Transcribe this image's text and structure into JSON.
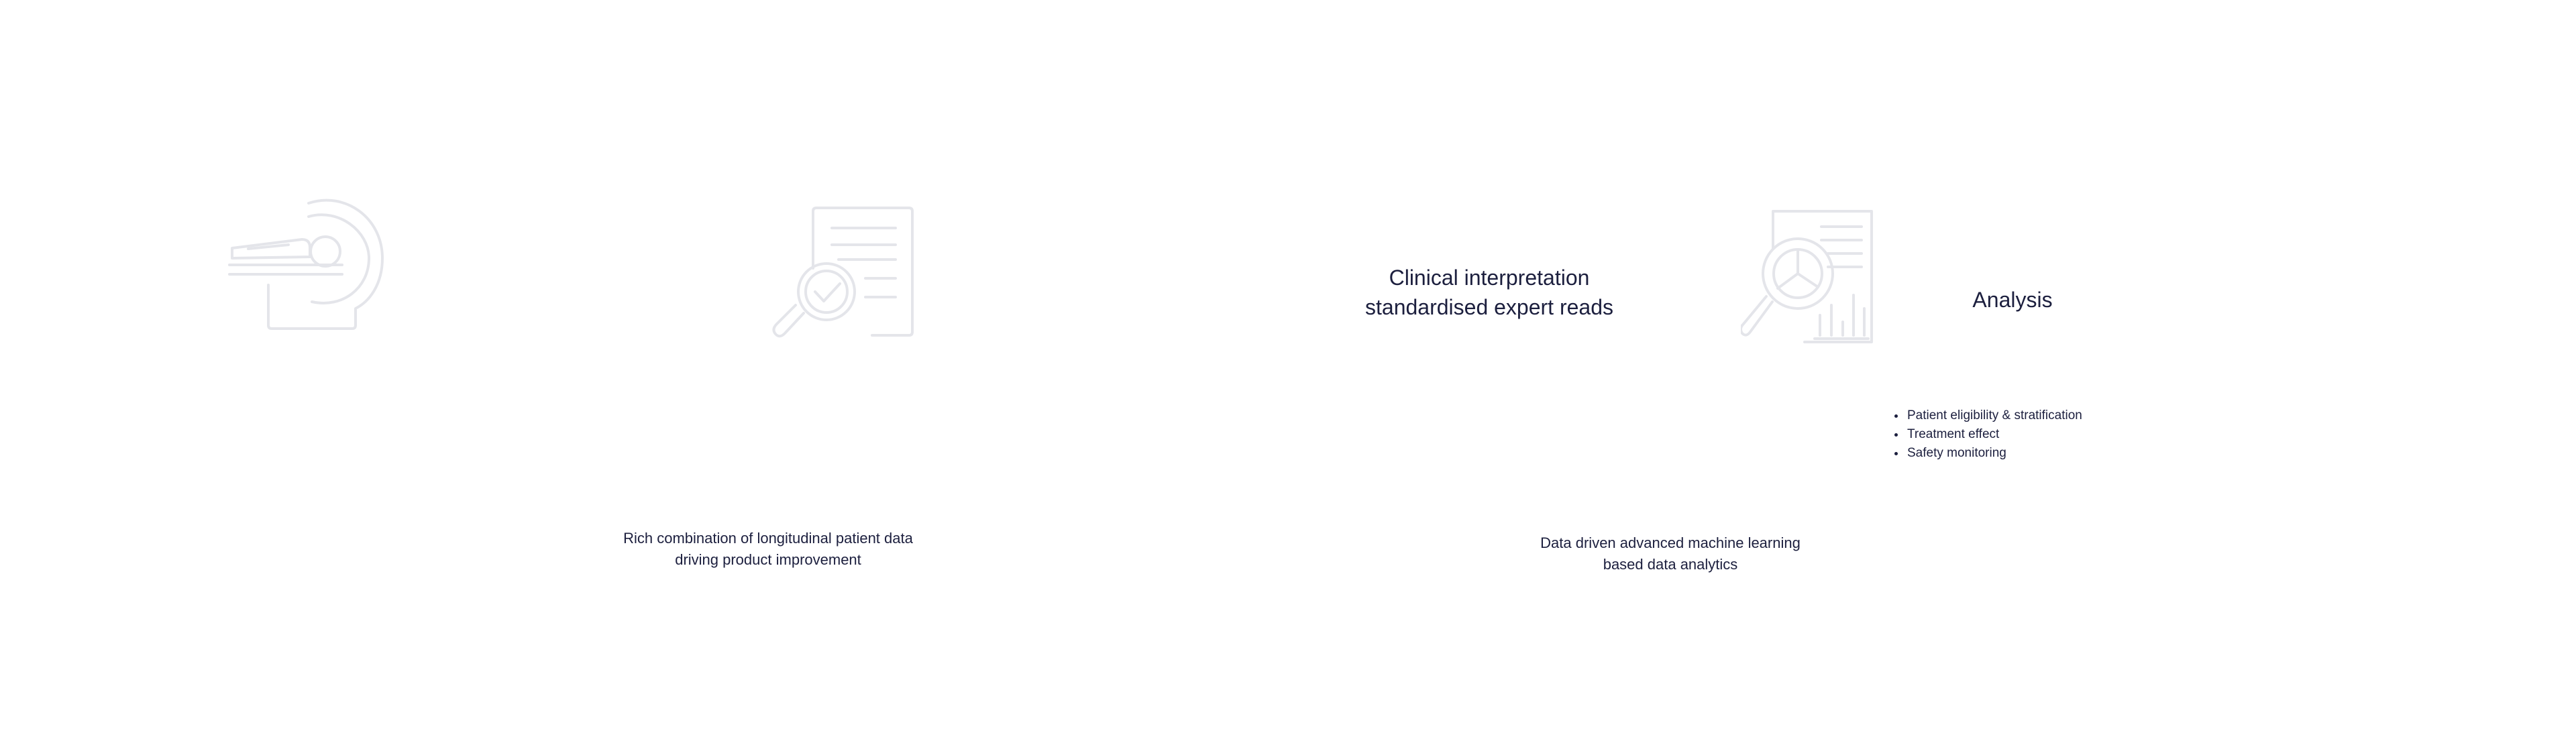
{
  "icons": {
    "scanner": "mri-scanner-icon",
    "report_review": "document-magnifier-check-icon",
    "data_analysis": "report-magnifier-chart-icon"
  },
  "sections": {
    "clinical": {
      "title_line1": "Clinical interpretation",
      "title_line2": "standardised expert reads"
    },
    "analysis": {
      "title": "Analysis",
      "bullets": [
        "Patient eligibility & stratification",
        "Treatment effect",
        "Safety monitoring"
      ]
    }
  },
  "captions": {
    "longitudinal": {
      "line1": "Rich combination of longitudinal patient data",
      "line2": "driving product improvement"
    },
    "machine_learning": {
      "line1": "Data driven advanced machine learning",
      "line2": "based data analytics"
    }
  },
  "colors": {
    "text": "#1c1f3e",
    "icon_stroke": "#e4e5ea",
    "background": "#ffffff"
  }
}
